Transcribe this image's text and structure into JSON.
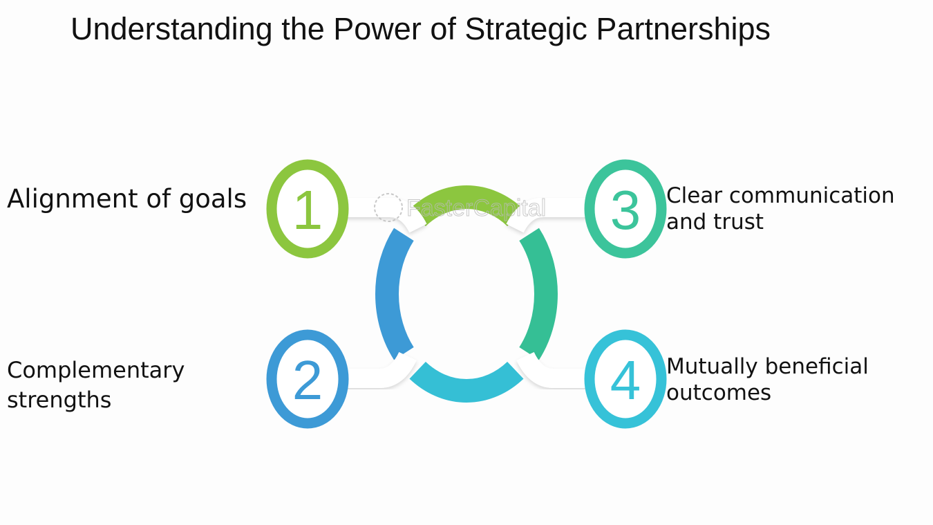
{
  "title": "Understanding the Power of Strategic Partnerships",
  "watermark": "FasterCapital",
  "items": [
    {
      "number": "1",
      "label_lines": [
        "Alignment of goals"
      ],
      "color": "#8cc63f"
    },
    {
      "number": "2",
      "label_lines": [
        "Complementary",
        "strengths"
      ],
      "color": "#3d9ad6"
    },
    {
      "number": "3",
      "label_lines": [
        "Clear communication",
        "and trust"
      ],
      "color": "#3cc49b"
    },
    {
      "number": "4",
      "label_lines": [
        "Mutually beneficial",
        "outcomes"
      ],
      "color": "#36c2d8"
    }
  ],
  "ring_colors": {
    "top": "#8cc63f",
    "left": "#3d9ad6",
    "right": "#35bf95",
    "bottom": "#35bfd5"
  }
}
